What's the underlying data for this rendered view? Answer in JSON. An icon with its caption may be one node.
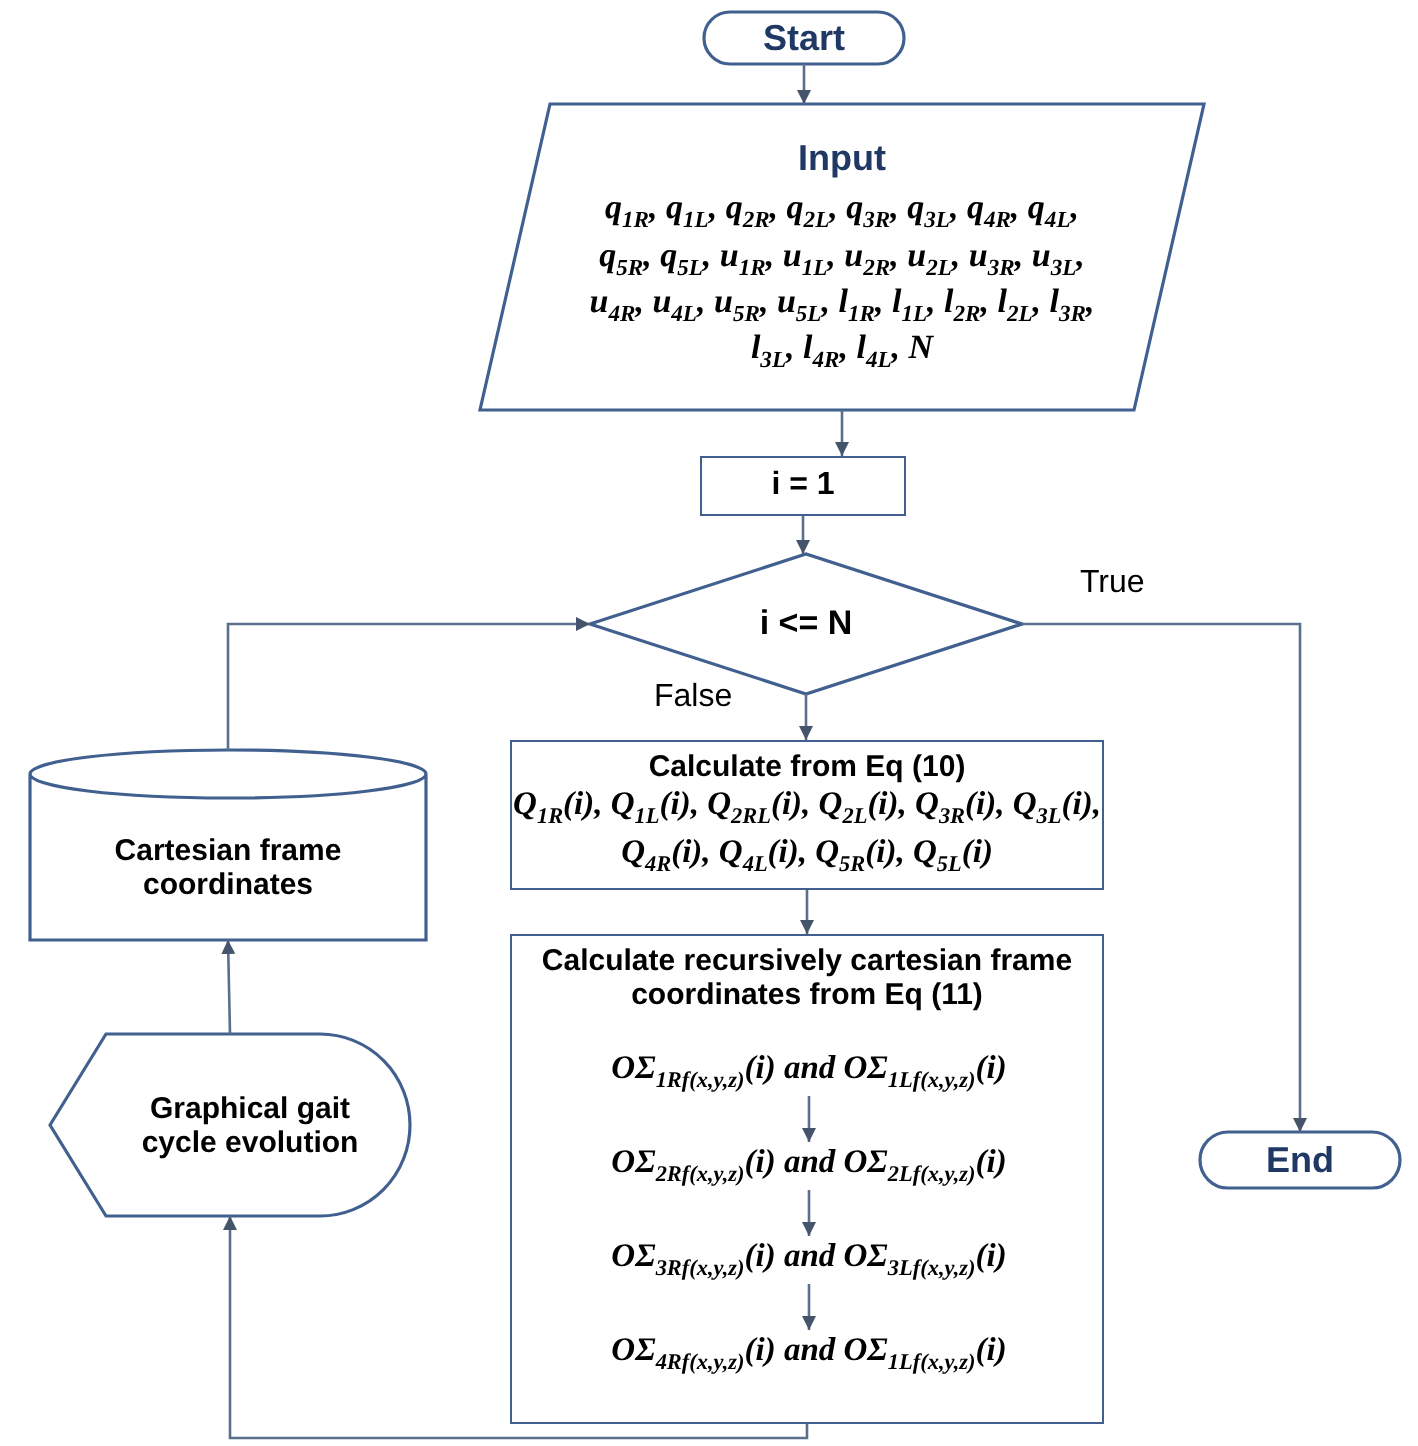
{
  "diagram": {
    "nodes": [
      {
        "text": [
          "Start"
        ]
      },
      {
        "text": [
          "Input",
          "q$_{1R}$, q$_{1L}$, q$_{2R}$, q$_{2L}$, q$_{3R}$, q$_{3L}$, q$_{4R}$, q$_{4L}$, q$_{5R}$, q$_{5L}$, u$_{1R}$, u$_{1L}$, u$_{2R}$, u$_{2L}$, u$_{3R}$, u$_{3L}$, u$_{4R}$, u$_{4L}$, u$_{5R}$, u$_{5L}$, l$_{1R}$, l$_{1L}$, l$_{2R}$, l$_{2L}$, l$_{3R}$, l$_{3L}$, l$_{4R}$, l$_{4L}$, N"
        ]
      },
      {
        "text": [
          "i = 1"
        ]
      },
      {
        "text": [
          "i <= N"
        ]
      },
      {
        "text": [
          "Calculate from Eq (10)",
          "Q$_{1R}$(i), Q$_{1L}$(i), Q$_{2RL}$(i), Q$_{2L}$(i), Q$_{3R}$(i), Q$_{3L}$(i), Q$_{4R}$(i), Q$_{4L}$(i), Q$_{5R}$(i), Q$_{5L}$(i)"
        ]
      },
      {
        "text": [
          "Calculate recursively cartesian frame coordinates from Eq (11)"
        ]
      },
      {
        "text": [
          "OΣ$_{1Rf(x,y,z)}$(i) and OΣ$_{1Lf(x,y,z)}$(i)"
        ],
        "in": 5
      },
      {
        "text": [
          "OΣ$_{2Rf(x,y,z)}$(i) and OΣ$_{2Lf(x,y,z)}$(i)"
        ],
        "in": 5
      },
      {
        "text": [
          "OΣ$_{3Rf(x,y,z)}$(i) and OΣ$_{3Lf(x,y,z)}$(i)"
        ],
        "in": 5
      },
      {
        "text": [
          "OΣ$_{4Rf(x,y,z)}$(i) and OΣ$_{1Lf(x,y,z)}$(i)"
        ],
        "in": 5
      },
      {
        "text": [
          "Cartesian frame coordinates"
        ]
      },
      {
        "text": [
          "Graphical gait cycle evolution"
        ]
      },
      {
        "text": [
          "End"
        ]
      }
    ],
    "edges": [
      {
        "from": 0,
        "to": 1,
        "arrow": "to"
      },
      {
        "from": 1,
        "to": 2,
        "arrow": "to"
      },
      {
        "from": 2,
        "to": 3,
        "arrow": "to"
      },
      {
        "from": 3,
        "to": 4,
        "label": "False",
        "arrow": "to"
      },
      {
        "from": 3,
        "to": 12,
        "label": "True",
        "arrow": "to"
      },
      {
        "from": 4,
        "to": 5,
        "arrow": "to"
      },
      {
        "from": 6,
        "to": 7,
        "arrow": "to"
      },
      {
        "from": 7,
        "to": 8,
        "arrow": "to"
      },
      {
        "from": 8,
        "to": 9,
        "arrow": "to"
      },
      {
        "from": 5,
        "to": 11,
        "arrow": "to"
      },
      {
        "from": 11,
        "to": 10,
        "arrow": "to"
      },
      {
        "from": 10,
        "to": 3,
        "arrow": "to"
      }
    ]
  }
}
